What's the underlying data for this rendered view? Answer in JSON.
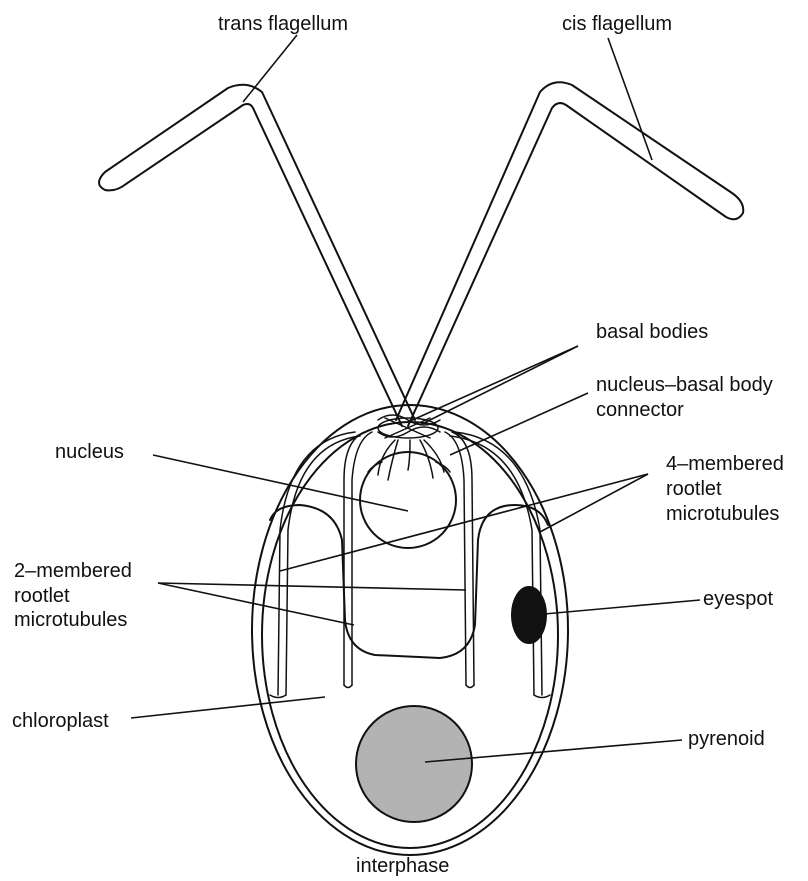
{
  "labels": {
    "trans_flagellum": "trans flagellum",
    "cis_flagellum": "cis flagellum",
    "basal_bodies": "basal bodies",
    "nucleus_basal_body_connector_line1": "nucleus–basal body",
    "nucleus_basal_body_connector_line2": "connector",
    "nucleus": "nucleus",
    "four_membered_line1": "4–membered",
    "four_membered_line2": "rootlet",
    "four_membered_line3": "microtubules",
    "two_membered_line1": "2–membered",
    "two_membered_line2": "rootlet",
    "two_membered_line3": "microtubules",
    "eyespot": "eyespot",
    "chloroplast": "chloroplast",
    "pyrenoid": "pyrenoid",
    "caption": "interphase"
  },
  "colors": {
    "line": "#111111",
    "eyespot": "#111111",
    "pyrenoid": "#b3b3b3",
    "background": "#ffffff"
  }
}
